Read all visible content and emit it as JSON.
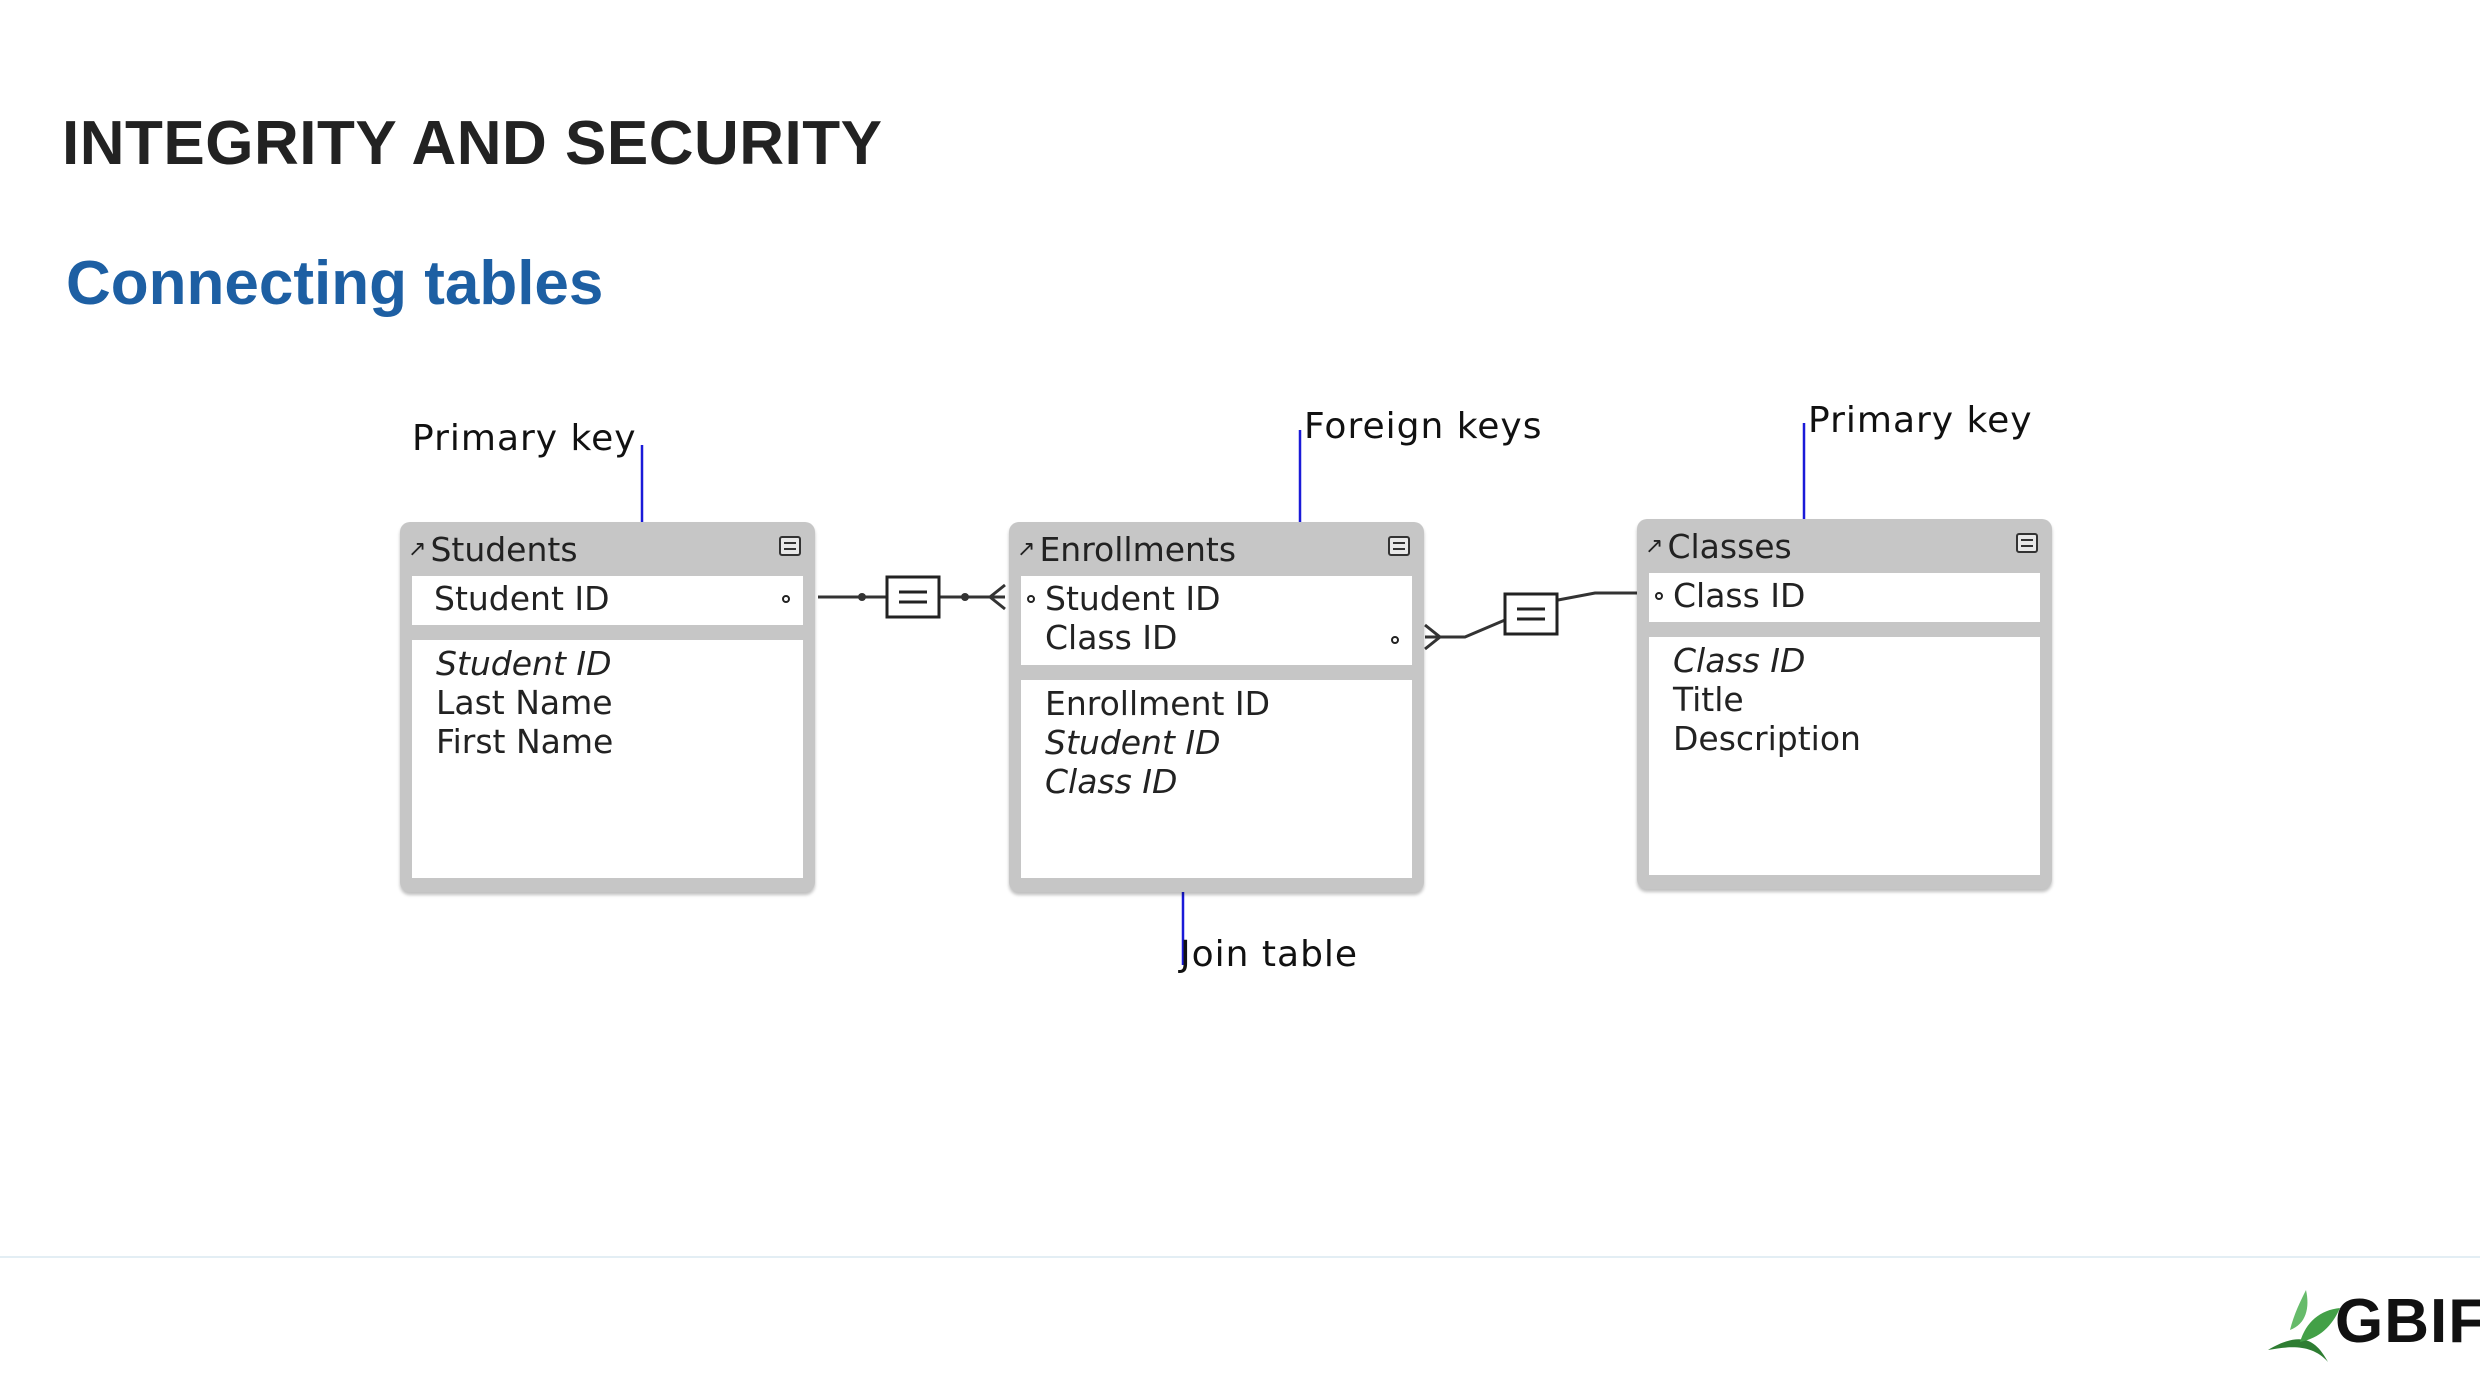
{
  "slide": {
    "title": "INTEGRITY AND SECURITY",
    "subtitle": "Connecting tables"
  },
  "tables": {
    "students": {
      "name": "Students",
      "keys": [
        "Student ID"
      ],
      "fields": [
        {
          "label": "Student ID",
          "italic": true
        },
        {
          "label": "Last Name",
          "italic": false
        },
        {
          "label": "First Name",
          "italic": false
        }
      ]
    },
    "enrollments": {
      "name": "Enrollments",
      "keys": [
        "Student ID",
        "Class ID"
      ],
      "fields": [
        {
          "label": "Enrollment ID",
          "italic": false
        },
        {
          "label": "Student ID",
          "italic": true
        },
        {
          "label": "Class ID",
          "italic": true
        }
      ]
    },
    "classes": {
      "name": "Classes",
      "keys": [
        "Class ID"
      ],
      "fields": [
        {
          "label": "Class ID",
          "italic": true
        },
        {
          "label": "Title",
          "italic": false
        },
        {
          "label": "Description",
          "italic": false
        }
      ]
    }
  },
  "annotations": {
    "primary_key_left": "Primary key",
    "foreign_keys": "Foreign keys",
    "primary_key_right": "Primary key",
    "join_table": "Join table"
  },
  "colors": {
    "title": "#222222",
    "subtitle": "#1d5fa3",
    "annotation_line": "#1a1ad8",
    "table_frame": "#c6c6c6",
    "logo_leaf": "#4caf50"
  },
  "footer": {
    "logo_text": "GBIF",
    "logo_icon": "gbif-leaf-icon"
  }
}
